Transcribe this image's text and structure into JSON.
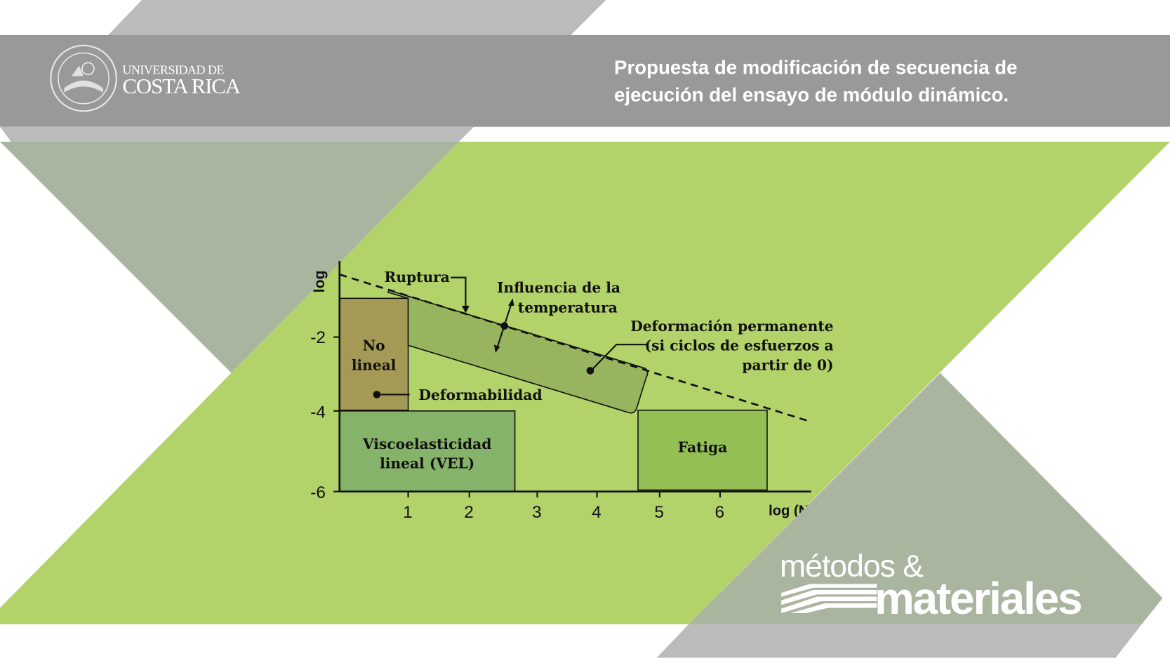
{
  "header": {
    "university_line1": "UNIVERSIDAD DE",
    "university_line2": "COSTA RICA",
    "title_line1": "Propuesta de modificación de secuencia de",
    "title_line2": "ejecución del ensayo de módulo dinámico."
  },
  "diagram": {
    "y_axis_label": "log",
    "x_axis_label": "log (N",
    "y_ticks": [
      "-2",
      "-4",
      "-6"
    ],
    "x_ticks": [
      "1",
      "2",
      "3",
      "4",
      "5",
      "6"
    ],
    "labels": {
      "ruptura": "Ruptura",
      "influencia_1": "Influencia de la",
      "influencia_2": "temperatura",
      "deformacion_1": "Deformación permanente",
      "deformacion_2": "(si ciclos de esfuerzos a",
      "deformacion_3": "partir de 0)",
      "no_lineal_1": "No",
      "no_lineal_2": "lineal",
      "deformabilidad": "Deformabilidad",
      "vel_1": "Viscoelasticidad",
      "vel_2": "lineal (VEL)",
      "fatiga": "Fatiga"
    },
    "colors": {
      "no_lineal": "#a59a55",
      "band": "#97b45f",
      "vel": "#86b36a",
      "fatiga": "#93bf55"
    }
  },
  "brand": {
    "line1": "métodos &",
    "line2": "materiales"
  },
  "colors": {
    "header": "#999999",
    "strip": "#bbbbbb",
    "green": "#b2d26a",
    "graygreen": "#aab5a0"
  }
}
